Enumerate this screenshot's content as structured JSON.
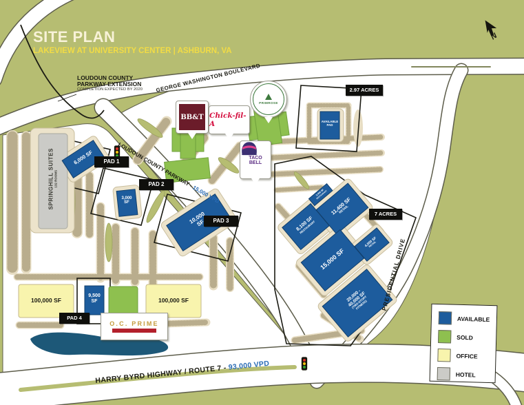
{
  "title": {
    "main": "SITE PLAN",
    "sub": "LAKEVIEW AT UNIVERSITY CENTER | ASHBURN, VA"
  },
  "north_label": "N",
  "roads": {
    "extension_line1": "LOUDOUN COUNTY",
    "extension_line2": "PARKWAY EXTENSION",
    "extension_note": "COMPLETION EXPECTED BY 2020",
    "george_washington": "GEORGE WASHINGTON BOULEVARD",
    "loudoun_name": "LOUDOUN COUNTY PARKWAY - ",
    "loudoun_vpd": "15,000 VPD",
    "harry_byrd_name": "HARRY BYRD HIGHWAY / ROUTE 7 - ",
    "harry_byrd_vpd": "93,000 VPD",
    "presidential": "PRESIDENTIAL DRIVE"
  },
  "pads": {
    "pad1": "PAD 1",
    "pad2": "PAD 2",
    "pad3": "PAD 3",
    "pad4": "PAD 4"
  },
  "parcels": {
    "acres_297": "2.97 ACRES",
    "acres_7": "7 ACRES"
  },
  "tenants": {
    "bbt": "BB&T",
    "chick_fil_a": "Chick-fil-A",
    "primrose": "PRIMROSE",
    "taco_line1": "TACO",
    "taco_line2": "BELL",
    "oc_prime": "O.C. PRIME"
  },
  "buildings": {
    "springhill_name": "SPRINGHILL SUITES",
    "springhill_rooms": "132 ROOMS",
    "pad1_sf": "6,000 SF",
    "pad2_sf_line1": "3,000",
    "pad2_sf_line2": "SF",
    "pad3_sf_line1": "10,000",
    "pad3_sf_line2": "SF",
    "available_pad_line1": "AVAILABLE",
    "available_pad_line2": "PAD",
    "restaurant_8100_line1": "8,100 SF",
    "restaurant_8100_line2": "RESTAURANT",
    "retail_11400_line1": "11,400 SF",
    "retail_11400_line2": "RETAIL",
    "restaurant_2400_line1": "2,400 SF",
    "restaurant_2400_line2": "RESTAURANT",
    "retail_15000": "15,000 SF",
    "retail_4000_line1": "4,000 SF",
    "retail_4000_line2": "RETAIL",
    "fitness_line1": "20,000 -",
    "fitness_line2": "40,000 SF",
    "fitness_line3": "(TWO-STORY",
    "fitness_line4": "FITNESS)",
    "office_9500_line1": "9,500",
    "office_9500_line2": "SF",
    "office_100k_west": "100,000 SF",
    "office_100k_east": "100,000 SF"
  },
  "legend": {
    "items": [
      {
        "label": "AVAILABLE",
        "color": "#1d5c9d"
      },
      {
        "label": "SOLD",
        "color": "#8ec04f"
      },
      {
        "label": "OFFICE",
        "color": "#f8f4ad"
      },
      {
        "label": "HOTEL",
        "color": "#cbcbc7"
      }
    ]
  },
  "colors": {
    "background": "#b6bd72",
    "available": "#1d5c9d",
    "sold": "#8ec04f",
    "office": "#f8f4ad",
    "hotel": "#cbcbc7",
    "pond": "#1d5878",
    "vpd_blue": "#2a6cb5"
  }
}
